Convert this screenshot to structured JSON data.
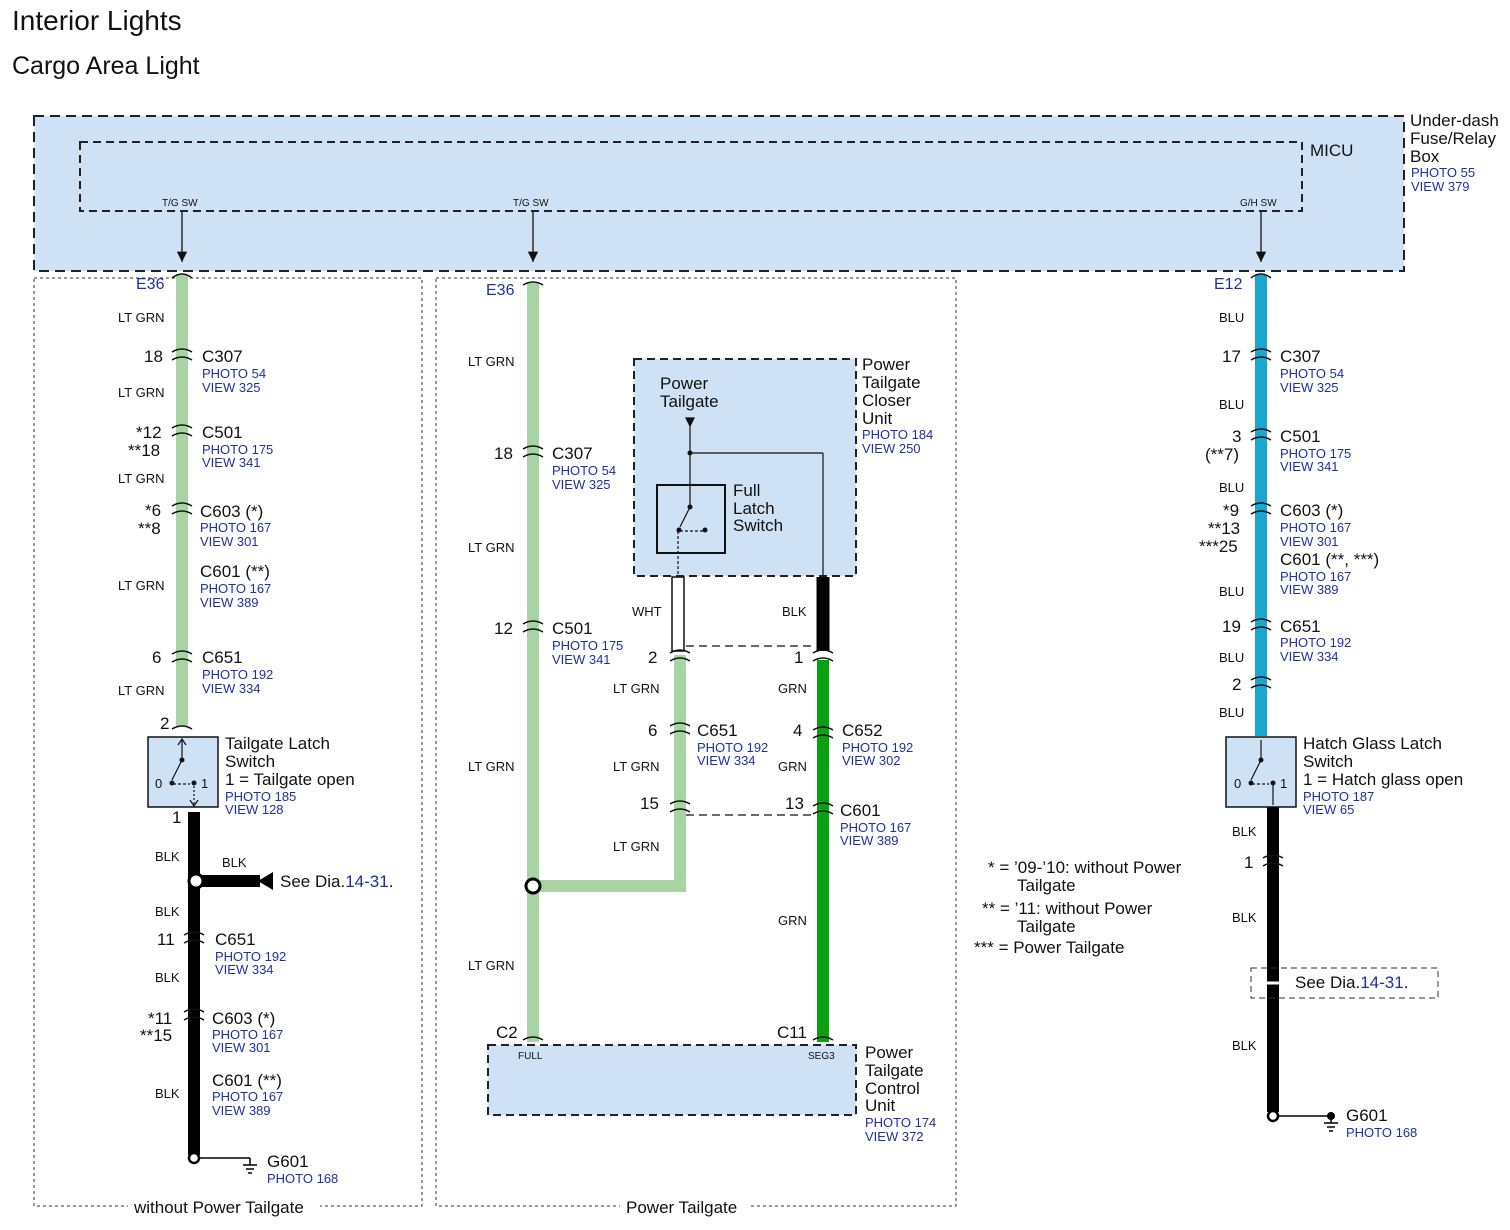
{
  "title": "Interior Lights",
  "subtitle": "Cargo Area Light",
  "fuse_box": {
    "label": [
      "Under-dash",
      "Fuse/Relay",
      "Box"
    ],
    "photo": "PHOTO 55",
    "view": "VIEW 379",
    "micu_label": "MICU",
    "pins": [
      "T/G SW",
      "T/G SW",
      "G/H SW"
    ]
  },
  "sections": {
    "left": "without Power Tailgate",
    "middle": "Power Tailgate"
  },
  "left": {
    "connector": "E36",
    "wire_colors": {
      "top": "LT GRN",
      "bottom": "BLK"
    },
    "c307": {
      "pin": "18",
      "name": "C307",
      "photo": "PHOTO 54",
      "view": "VIEW 325"
    },
    "c501": {
      "pins": [
        "*12",
        "**18"
      ],
      "name": "C501",
      "photo": "PHOTO 175",
      "view": "VIEW 341"
    },
    "c603": {
      "pins": [
        "*6",
        "**8"
      ],
      "name": "C603 (*)",
      "photo": "PHOTO 167",
      "view": "VIEW 301"
    },
    "c601": {
      "name": "C601 (**)",
      "photo": "PHOTO 167",
      "view": "VIEW 389"
    },
    "c651": {
      "pin": "6",
      "name": "C651",
      "photo": "PHOTO 192",
      "view": "VIEW 334"
    },
    "switch": {
      "pin_top": "2",
      "pin_bottom": "1",
      "label": [
        "Tailgate Latch",
        "Switch",
        "1 = Tailgate open"
      ],
      "photo": "PHOTO 185",
      "view": "VIEW 128",
      "pos0": "0",
      "pos1": "1"
    },
    "splice": {
      "wire": "BLK",
      "see_text": "See Dia.",
      "see_link": "14-31",
      "see_end": "."
    },
    "c651b": {
      "pin": "11",
      "name": "C651",
      "photo": "PHOTO 192",
      "view": "VIEW 334"
    },
    "c603b": {
      "pins": [
        "*11",
        "**15"
      ],
      "name": "C603 (*)",
      "photo": "PHOTO 167",
      "view": "VIEW 301"
    },
    "c601b": {
      "name": "C601 (**)",
      "photo": "PHOTO 167",
      "view": "VIEW 389"
    },
    "ground": {
      "name": "G601",
      "photo": "PHOTO 168"
    }
  },
  "middle": {
    "connector": "E36",
    "wire_color": "LT GRN",
    "c307": {
      "pin": "18",
      "name": "C307",
      "photo": "PHOTO 54",
      "view": "VIEW 325"
    },
    "c501": {
      "pin": "12",
      "name": "C501",
      "photo": "PHOTO 175",
      "view": "VIEW 341"
    },
    "closer_unit": {
      "label": [
        "Power",
        "Tailgate",
        "Closer",
        "Unit"
      ],
      "photo": "PHOTO 184",
      "view": "VIEW 250",
      "inner_label": [
        "Power",
        "Tailgate"
      ],
      "switch_label": [
        "Full",
        "Latch",
        "Switch"
      ]
    },
    "wht": "WHT",
    "blk": "BLK",
    "grn": "GRN",
    "pin2": "2",
    "pin1": "1",
    "c651": {
      "pin": "6",
      "name": "C651",
      "photo": "PHOTO 192",
      "view": "VIEW 334"
    },
    "c652": {
      "pin": "4",
      "name": "C652",
      "photo": "PHOTO 192",
      "view": "VIEW 302"
    },
    "c601": {
      "pin_left": "15",
      "pin_right": "13",
      "name": "C601",
      "photo": "PHOTO 167",
      "view": "VIEW 389"
    },
    "control_unit": {
      "label": [
        "Power",
        "Tailgate",
        "Control",
        "Unit"
      ],
      "photo": "PHOTO 174",
      "view": "VIEW 372",
      "pin_c2": "C2",
      "pin_c11": "C11",
      "pin_full": "FULL",
      "pin_seg3": "SEG3"
    }
  },
  "right": {
    "connector": "E12",
    "wire_colors": {
      "top": "BLU",
      "bottom": "BLK"
    },
    "c307": {
      "pin": "17",
      "name": "C307",
      "photo": "PHOTO 54",
      "view": "VIEW 325"
    },
    "c501": {
      "pins": [
        "3",
        "(**7)"
      ],
      "name": "C501",
      "photo": "PHOTO 175",
      "view": "VIEW 341"
    },
    "c603": {
      "pins": [
        "*9",
        "**13",
        "***25"
      ],
      "name": "C603 (*)",
      "photo": "PHOTO 167",
      "view": "VIEW 301"
    },
    "c601": {
      "name": "C601 (**, ***)",
      "photo": "PHOTO 167",
      "view": "VIEW 389"
    },
    "c651": {
      "pin": "19",
      "name": "C651",
      "photo": "PHOTO 192",
      "view": "VIEW 334"
    },
    "switch": {
      "pin_top": "2",
      "pin_bottom": "1",
      "label": [
        "Hatch Glass Latch",
        "Switch",
        "1 = Hatch glass open"
      ],
      "photo": "PHOTO 187",
      "view": "VIEW 65",
      "pos0": "0",
      "pos1": "1"
    },
    "see": {
      "text": "See Dia.",
      "link": "14-31",
      "end": "."
    },
    "ground": {
      "name": "G601",
      "photo": "PHOTO 168"
    }
  },
  "notes": {
    "n1": [
      "* = ’09-’10: without Power",
      "Tailgate"
    ],
    "n2": [
      "** = ’11: without Power",
      "Tailgate"
    ],
    "n3": "*** = Power Tailgate"
  },
  "colors": {
    "lt_grn": "#a8d4a3",
    "grn": "#0aa012",
    "blu": "#1aa6cf",
    "blk": "#000000",
    "box_fill": "#cfe1f5",
    "ref_text": "#1e2fa8"
  }
}
